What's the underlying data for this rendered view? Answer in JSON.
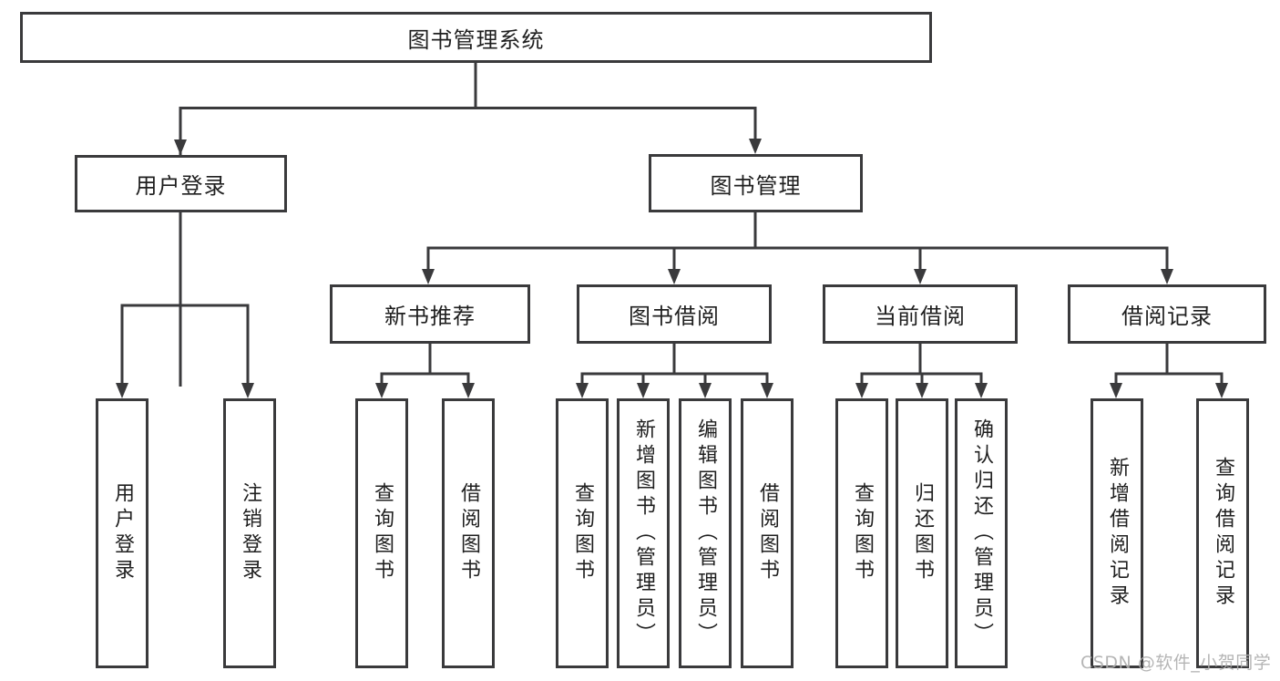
{
  "tree": {
    "label": "图书管理系统",
    "children": [
      {
        "label": "用户登录",
        "children": [
          {
            "label": "用户登录"
          },
          {
            "label": "注销登录"
          }
        ]
      },
      {
        "label": "图书管理",
        "children": [
          {
            "label": "新书推荐",
            "children": [
              {
                "label": "查询图书"
              },
              {
                "label": "借阅图书"
              }
            ]
          },
          {
            "label": "图书借阅",
            "children": [
              {
                "label": "查询图书"
              },
              {
                "label": "新增图书（管理员）"
              },
              {
                "label": "编辑图书（管理员）"
              },
              {
                "label": "借阅图书"
              }
            ]
          },
          {
            "label": "当前借阅",
            "children": [
              {
                "label": "查询图书"
              },
              {
                "label": "归还图书"
              },
              {
                "label": "确认归还（管理员）"
              }
            ]
          },
          {
            "label": "借阅记录",
            "children": [
              {
                "label": "新增借阅记录"
              },
              {
                "label": "查询借阅记录"
              }
            ]
          }
        ]
      }
    ]
  },
  "watermark": {
    "text": "CSDN @软件_小贺同学"
  },
  "colors": {
    "line": "#3a3a3c",
    "text": "#1f1f1f",
    "box_background": "#ffffff",
    "watermark": "#aeaeae"
  }
}
